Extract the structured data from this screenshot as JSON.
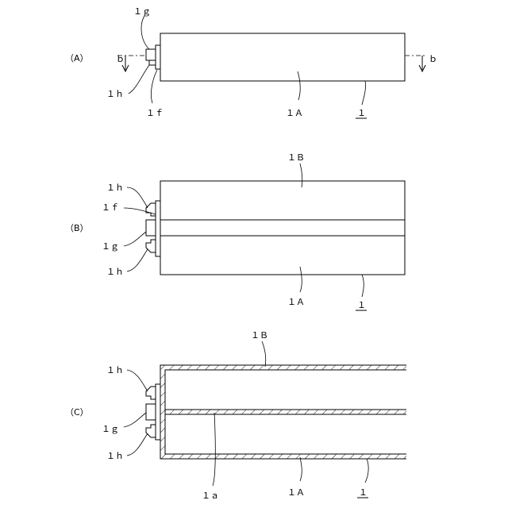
{
  "panels": {
    "a": {
      "label": "（A）",
      "tags": {
        "g": "１ｇ",
        "h": "１ｈ",
        "f": "１ｆ",
        "body": "１Ａ",
        "ref": "１"
      },
      "section_mark": "ｂ"
    },
    "b": {
      "label": "（B）",
      "tags": {
        "h_top": "１ｈ",
        "f": "１ｆ",
        "g": "１ｇ",
        "h_bot": "１ｈ",
        "upper": "１Ｂ",
        "lower": "１Ａ",
        "ref": "１"
      }
    },
    "c": {
      "label": "（C）",
      "tags": {
        "h_top": "１ｈ",
        "g": "１ｇ",
        "h_bot": "１ｈ",
        "upper": "１Ｂ",
        "divider": "１ａ",
        "lower": "１Ａ",
        "ref": "１"
      }
    }
  }
}
